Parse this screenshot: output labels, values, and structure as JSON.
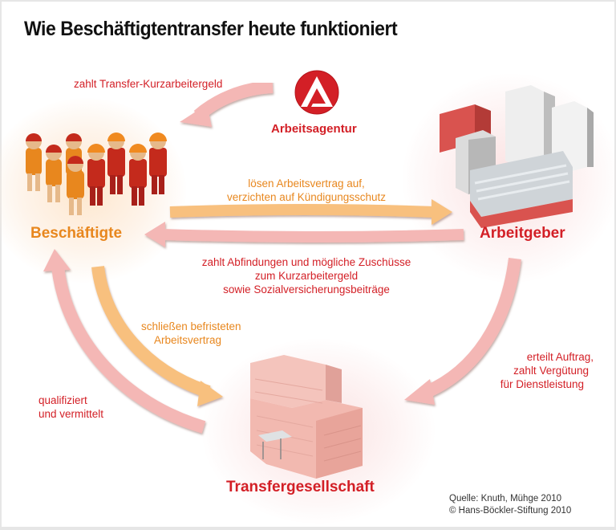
{
  "title": "Wie Beschäftigtentransfer heute funktioniert",
  "colors": {
    "red": "#d31f26",
    "orange": "#e8871e",
    "arrow_pink": "#f4b7b5",
    "arrow_orange": "#f8c07e",
    "background": "#ffffff",
    "frame": "#e6e6e6"
  },
  "nodes": {
    "arbeitsagentur": {
      "label": "Arbeitsagentur",
      "icon": "arbeitsagentur-logo-icon"
    },
    "beschaeftigte": {
      "label": "Beschäftigte",
      "icon": "workers-figures-icon"
    },
    "arbeitgeber": {
      "label": "Arbeitgeber",
      "icon": "factory-buildings-icon"
    },
    "transfergesellschaft": {
      "label": "Transfergesellschaft",
      "icon": "office-building-icon"
    }
  },
  "flows": {
    "agentur_to_beschaeftigte": {
      "text": "zahlt Transfer-Kurzarbeitergeld"
    },
    "beschaeftigte_to_arbeitgeber": {
      "line1": "lösen Arbeitsvertrag auf,",
      "line2": "verzichten auf Kündigungsschutz"
    },
    "arbeitgeber_to_beschaeftigte": {
      "line1": "zahlt Abfindungen und mögliche Zuschüsse",
      "line2": "zum Kurzarbeitergeld",
      "line3": "sowie Sozialversicherungsbeiträge"
    },
    "beschaeftigte_to_transfer": {
      "line1": "schließen befristeten",
      "line2": "Arbeitsvertrag"
    },
    "transfer_to_beschaeftigte": {
      "line1": "qualifiziert",
      "line2": "und vermittelt"
    },
    "arbeitgeber_to_transfer": {
      "line1": "erteilt Auftrag,",
      "line2": "zahlt Vergütung",
      "line3": "für Dienstleistung"
    }
  },
  "source": {
    "line1": "Quelle: Knuth, Mühge 2010",
    "line2": "© Hans-Böckler-Stiftung 2010"
  }
}
